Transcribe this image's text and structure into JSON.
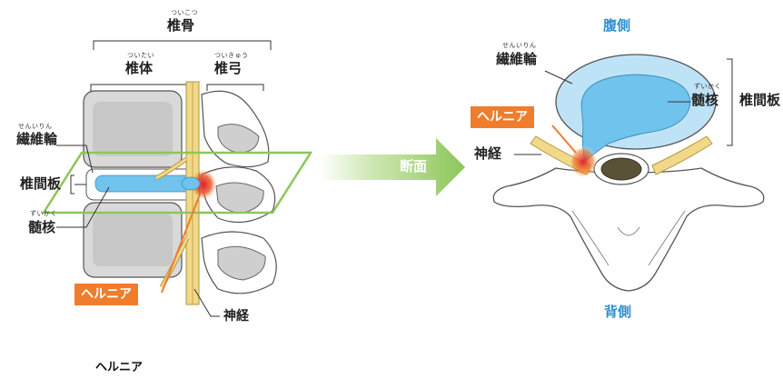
{
  "left_figure": {
    "vertebra": {
      "label": "椎骨",
      "ruby": "ついこつ"
    },
    "body": {
      "label": "椎体",
      "ruby": "ついたい"
    },
    "arch": {
      "label": "椎弓",
      "ruby": "ついきゅう"
    },
    "annulus": {
      "label": "繊維輪",
      "ruby": "せんいりん"
    },
    "disc": {
      "label": "椎間板"
    },
    "nucleus": {
      "label": "髄核",
      "ruby": "ずいかく"
    },
    "hernia_tag": "ヘルニア",
    "nerve": {
      "label": "神経"
    }
  },
  "transition": {
    "label": "断面"
  },
  "right_figure": {
    "ventral": "腹側",
    "dorsal": "背側",
    "annulus": {
      "label": "繊維輪",
      "ruby": "せんいりん"
    },
    "nucleus": {
      "label": "髄核",
      "ruby": "ずいかく"
    },
    "disc": {
      "label": "椎間板"
    },
    "hernia_tag": "ヘルニア",
    "nerve": {
      "label": "神経"
    }
  },
  "caption": "ヘルニア",
  "colors": {
    "hernia_orange": "#ef7d2b",
    "disc_blue": "#6fc3ec",
    "nerve_yellow": "#e8c66a",
    "cut_plane_green": "#8cc65a",
    "accent_blue_text": "#2f8fd0",
    "bone_gray": "#d8d8d8"
  }
}
